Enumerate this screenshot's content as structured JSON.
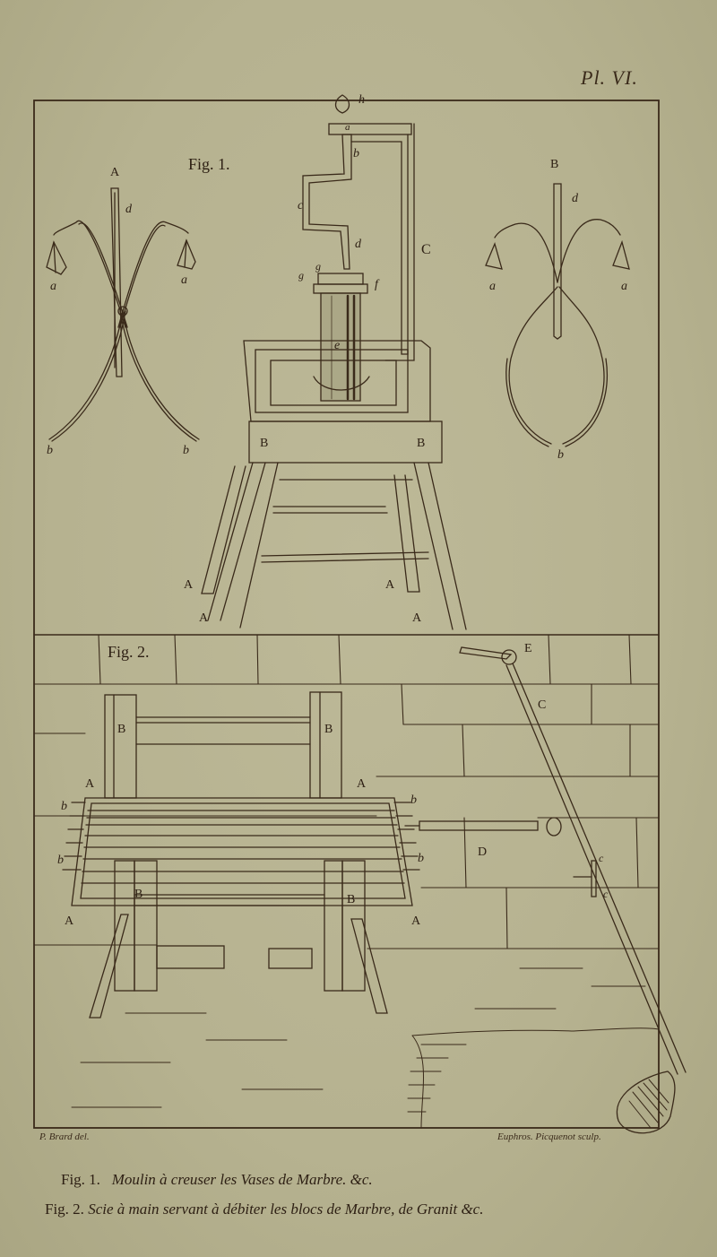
{
  "plate": {
    "number": "Pl. VI.",
    "paper_color": "#b9b592",
    "ink_color": "#3a2a1a"
  },
  "figure1": {
    "label": "Fig. 1.",
    "tool_A": {
      "title": "A",
      "parts": [
        "d",
        "a",
        "a",
        "b",
        "b"
      ]
    },
    "tool_B": {
      "title": "B",
      "parts": [
        "d",
        "a",
        "a",
        "b"
      ]
    },
    "machine": {
      "parts": [
        "h",
        "a",
        "b",
        "c",
        "d",
        "C",
        "g",
        "g",
        "f",
        "e",
        "B",
        "B",
        "A",
        "A",
        "A",
        "A"
      ]
    }
  },
  "figure2": {
    "label": "Fig. 2.",
    "parts": [
      "B",
      "B",
      "A",
      "A",
      "b",
      "b",
      "b",
      "b",
      "B",
      "B",
      "A",
      "A",
      "E",
      "C",
      "D",
      "c",
      "c"
    ]
  },
  "credits": {
    "left": "P. Brard del.",
    "right": "Euphros. Picquenot sculp."
  },
  "captions": [
    {
      "fig": "Fig. 1.",
      "text": "Moulin à creuser les Vases de Marbre. &c."
    },
    {
      "fig": "Fig. 2.",
      "text": "Scie à main servant à débiter les blocs de Marbre, de Granit &c."
    }
  ]
}
